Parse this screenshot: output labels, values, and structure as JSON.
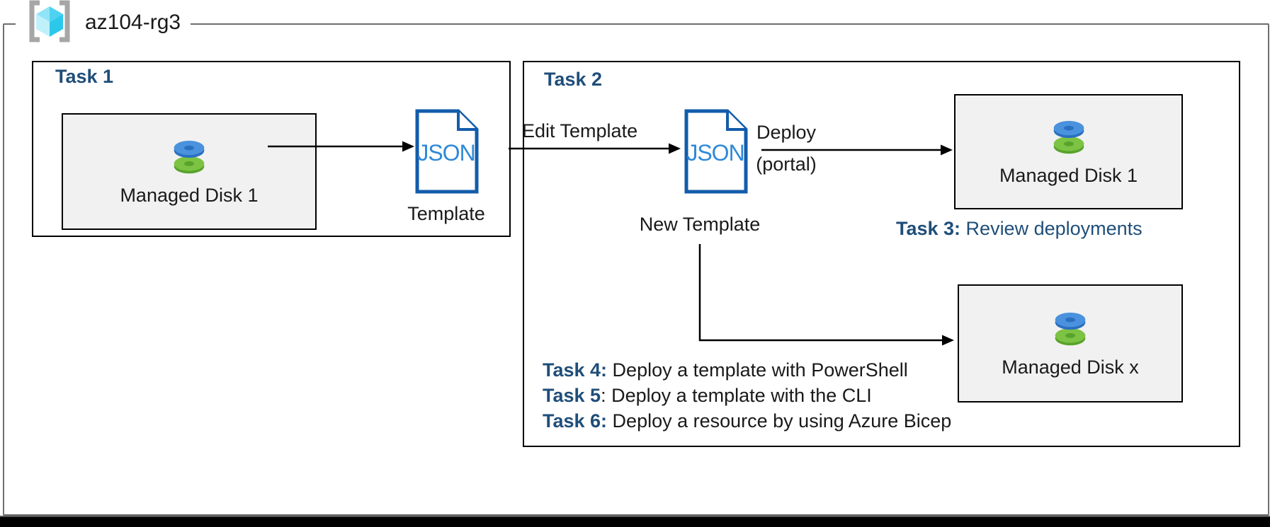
{
  "resource_group": {
    "label": "az104-rg3",
    "icon": "resource-group-icon"
  },
  "task1": {
    "title": "Task 1",
    "disk_box": {
      "label": "Managed Disk 1",
      "icon": "managed-disk-icon"
    },
    "template": {
      "doc_label": "JSON",
      "caption": "Template",
      "icon": "json-document-icon"
    }
  },
  "task2": {
    "title": "Task 2",
    "edit_arrow_label": "Edit Template",
    "template": {
      "doc_label": "JSON",
      "caption": "New Template",
      "icon": "json-document-icon"
    },
    "deploy_arrow_label_line1": "Deploy",
    "deploy_arrow_label_line2": "(portal)",
    "disk_box_1": {
      "label": "Managed Disk 1",
      "icon": "managed-disk-icon"
    },
    "disk_box_x": {
      "label": "Managed Disk x",
      "icon": "managed-disk-icon"
    },
    "task3_note": {
      "prefix": "Task 3:",
      "text": " Review deployments"
    },
    "bottom_tasks": [
      {
        "prefix": "Task 4:",
        "text": " Deploy a template with PowerShell"
      },
      {
        "prefix": "Task 5",
        "text": ": Deploy a template with the CLI"
      },
      {
        "prefix": "Task 6:",
        "text": " Deploy a resource by using Azure Bicep"
      }
    ]
  },
  "colors": {
    "task_title_blue": "#1F4E79",
    "json_doc_border": "#135CAB",
    "json_doc_text": "#2F89D8",
    "disk_blue": "#4A92DD",
    "disk_green": "#7CC243",
    "box_fill_gray": "#F1F1F1",
    "frame_gray": "#6E6E6E",
    "rg_cube_cyan": "#50D2F0"
  }
}
